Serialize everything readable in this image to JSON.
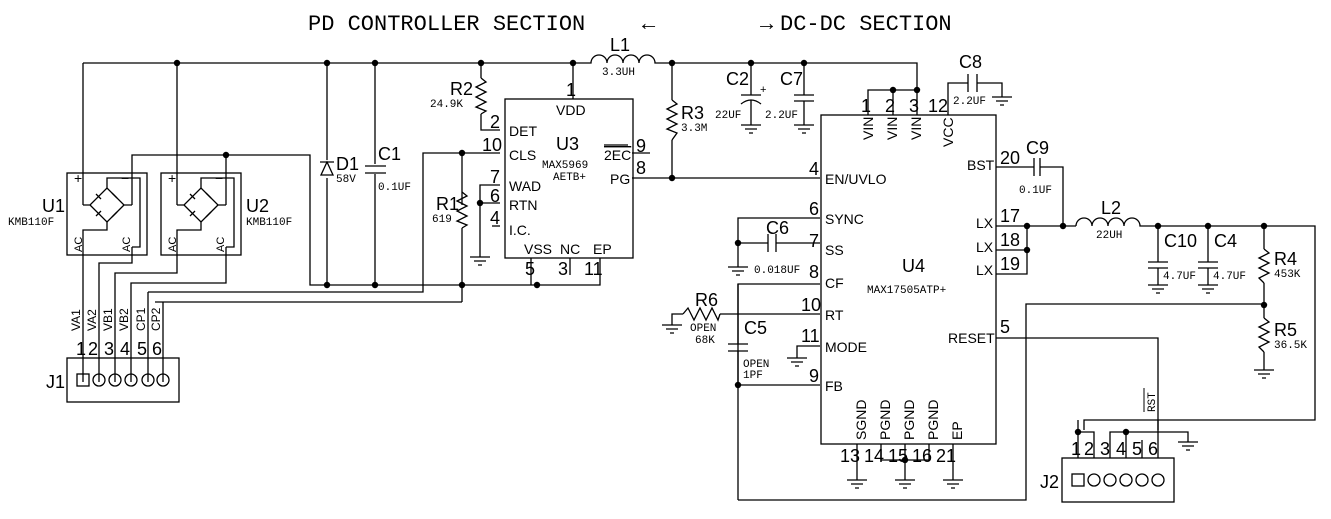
{
  "title": {
    "left": "PD CONTROLLER SECTION",
    "left_arrow": "←",
    "right_arrow": "→",
    "right": "DC-DC SECTION"
  },
  "components": {
    "U1": {
      "ref": "U1",
      "value": "KMB110F",
      "pins": [
        "+",
        "−",
        "AC",
        "AC"
      ]
    },
    "U2": {
      "ref": "U2",
      "value": "KMB110F",
      "pins": [
        "+",
        "−",
        "AC",
        "AC"
      ]
    },
    "D1": {
      "ref": "D1",
      "value": "58V"
    },
    "C1": {
      "ref": "C1",
      "value": "0.1UF"
    },
    "R1": {
      "ref": "R1",
      "value": "619"
    },
    "R2": {
      "ref": "R2",
      "value": "24.9K"
    },
    "R3": {
      "ref": "R3",
      "value": "3.3M"
    },
    "L1": {
      "ref": "L1",
      "value": "3.3UH"
    },
    "C2": {
      "ref": "C2",
      "value": "22UF",
      "polarity": "+"
    },
    "C7": {
      "ref": "C7",
      "value": "2.2UF"
    },
    "C8": {
      "ref": "C8",
      "value": "2.2UF"
    },
    "C9": {
      "ref": "C9",
      "value": "0.1UF"
    },
    "C6": {
      "ref": "C6",
      "value": "0.018UF"
    },
    "R6": {
      "ref": "R6",
      "value1": "OPEN",
      "value2": "68K"
    },
    "C5": {
      "ref": "C5",
      "value1": "OPEN",
      "value2": "1PF"
    },
    "L2": {
      "ref": "L2",
      "value": "22UH"
    },
    "C10": {
      "ref": "C10",
      "value": "4.7UF"
    },
    "C4": {
      "ref": "C4",
      "value": "4.7UF"
    },
    "R4": {
      "ref": "R4",
      "value": "453K"
    },
    "R5": {
      "ref": "R5",
      "value": "36.5K"
    },
    "U3": {
      "ref": "U3",
      "value1": "MAX5969",
      "value2": "AETB+",
      "pins": [
        {
          "num": "1",
          "name": "VDD"
        },
        {
          "num": "2",
          "name": "DET"
        },
        {
          "num": "10",
          "name": "CLS"
        },
        {
          "num": "7",
          "name": "WAD"
        },
        {
          "num": "6",
          "name": "RTN"
        },
        {
          "num": "4",
          "name": "I.C."
        },
        {
          "num": "5",
          "name": "VSS"
        },
        {
          "num": "3",
          "name": "NC"
        },
        {
          "num": "11",
          "name": "EP"
        },
        {
          "num": "9",
          "name": "2EC"
        },
        {
          "num": "8",
          "name": "PG"
        }
      ]
    },
    "U4": {
      "ref": "U4",
      "value": "MAX17505ATP+",
      "pins": [
        {
          "num": "1",
          "name": "VIN"
        },
        {
          "num": "2",
          "name": "VIN"
        },
        {
          "num": "3",
          "name": "VIN"
        },
        {
          "num": "12",
          "name": "VCC"
        },
        {
          "num": "4",
          "name": "EN/UVLO"
        },
        {
          "num": "6",
          "name": "SYNC"
        },
        {
          "num": "7",
          "name": "SS"
        },
        {
          "num": "8",
          "name": "CF"
        },
        {
          "num": "10",
          "name": "RT"
        },
        {
          "num": "11",
          "name": "MODE"
        },
        {
          "num": "9",
          "name": "FB"
        },
        {
          "num": "20",
          "name": "BST"
        },
        {
          "num": "17",
          "name": "LX"
        },
        {
          "num": "18",
          "name": "LX"
        },
        {
          "num": "19",
          "name": "LX"
        },
        {
          "num": "5",
          "name": "RESET"
        },
        {
          "num": "13",
          "name": "SGND"
        },
        {
          "num": "14",
          "name": "PGND"
        },
        {
          "num": "15",
          "name": "PGND"
        },
        {
          "num": "16",
          "name": "PGND"
        },
        {
          "num": "21",
          "name": "EP"
        }
      ]
    },
    "J1": {
      "ref": "J1",
      "pin_numbers": [
        "1",
        "2",
        "3",
        "4",
        "5",
        "6"
      ],
      "net_labels": [
        "VA1",
        "VA2",
        "VB1",
        "VB2",
        "CP1",
        "CP2"
      ]
    },
    "J2": {
      "ref": "J2",
      "pin_numbers": [
        "1",
        "2",
        "3",
        "4",
        "5",
        "6"
      ],
      "net_label": "RST"
    }
  }
}
